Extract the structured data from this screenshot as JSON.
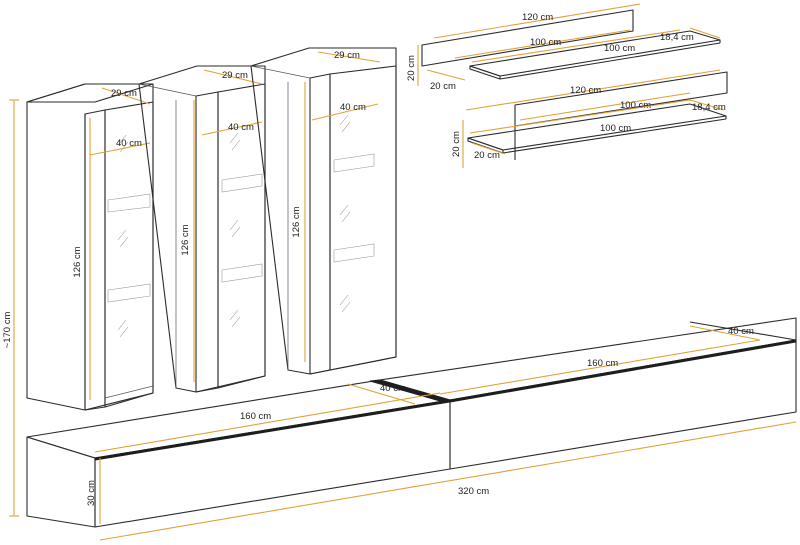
{
  "diagram": {
    "accent_color": "#e0a23a",
    "line_color": "#2b2b2b",
    "labels": {
      "total_height": "~170 cm",
      "c1_depth": "29 cm",
      "c1_width": "40 cm",
      "c1_height": "126 cm",
      "c2_depth": "29 cm",
      "c2_width": "40 cm",
      "c2_height": "126 cm",
      "c3_depth": "29 cm",
      "c3_width": "40 cm",
      "c3_height": "126 cm",
      "s1_back_len": "120 cm",
      "s1_back_inner": "100 cm",
      "s1_front_len": "100 cm",
      "s1_depth": "18,4 cm",
      "s1_height": "20 cm",
      "s1_side": "20 cm",
      "s2_back_len": "120 cm",
      "s2_back_inner": "100 cm",
      "s2_front_len": "100 cm",
      "s2_depth": "18,4 cm",
      "s2_height": "20 cm",
      "s2_side": "20 cm",
      "tv_left_len": "160 cm",
      "tv_left_depth": "40 cm",
      "tv_right_len": "160 cm",
      "tv_right_depth": "40 cm",
      "tv_height": "30 cm",
      "tv_total": "320 cm"
    }
  }
}
